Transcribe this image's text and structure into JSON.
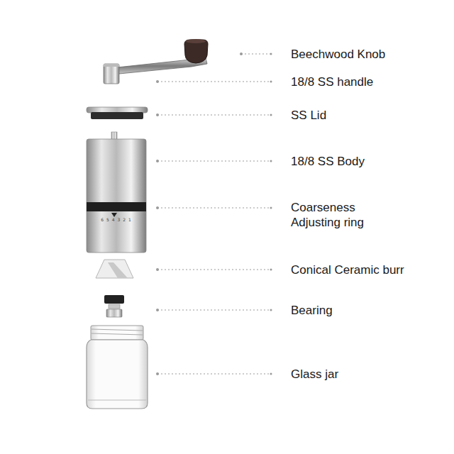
{
  "diagram": {
    "labels": [
      "Beechwood Knob",
      "18/8 SS handle",
      "SS Lid",
      "18/8 SS Body",
      "Coarseness Adjusting ring",
      "6 5 4 3 2 1",
      "Conical Ceramic burr",
      "Bearing",
      "Glass jar"
    ]
  }
}
